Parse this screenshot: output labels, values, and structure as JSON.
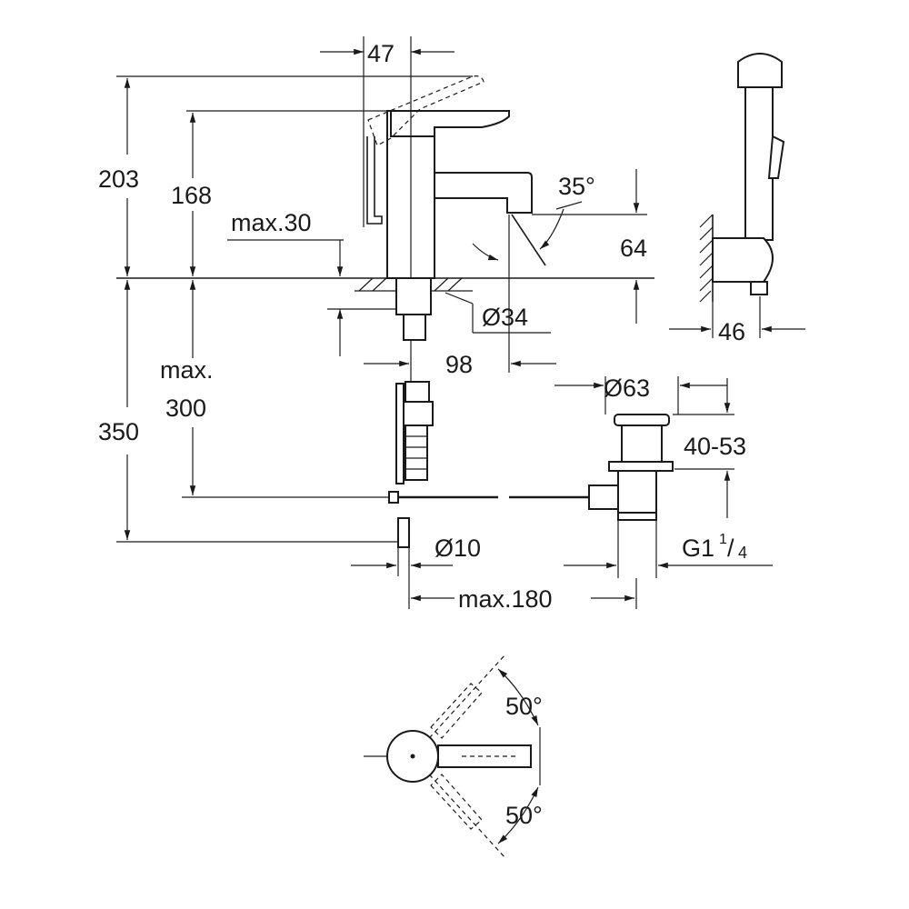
{
  "dimensions": {
    "d47": "47",
    "d203": "203",
    "d168": "168",
    "d35deg": "35°",
    "max30": "max.30",
    "d64": "64",
    "dia34": "Ø34",
    "d98": "98",
    "d46": "46",
    "dia63": "Ø63",
    "d40_53": "40-53",
    "max_word": "max.",
    "d300": "300",
    "d350": "350",
    "dia10": "Ø10",
    "thread_main": "G1",
    "thread_sup": "1",
    "thread_slash": "/",
    "thread_sub": "4",
    "max180": "max.180",
    "angle_upper": "50°",
    "angle_lower": "50°"
  },
  "colors": {
    "line": "#1a1a1a",
    "background": "#ffffff",
    "wall_hatch": "#1a1a1a"
  }
}
